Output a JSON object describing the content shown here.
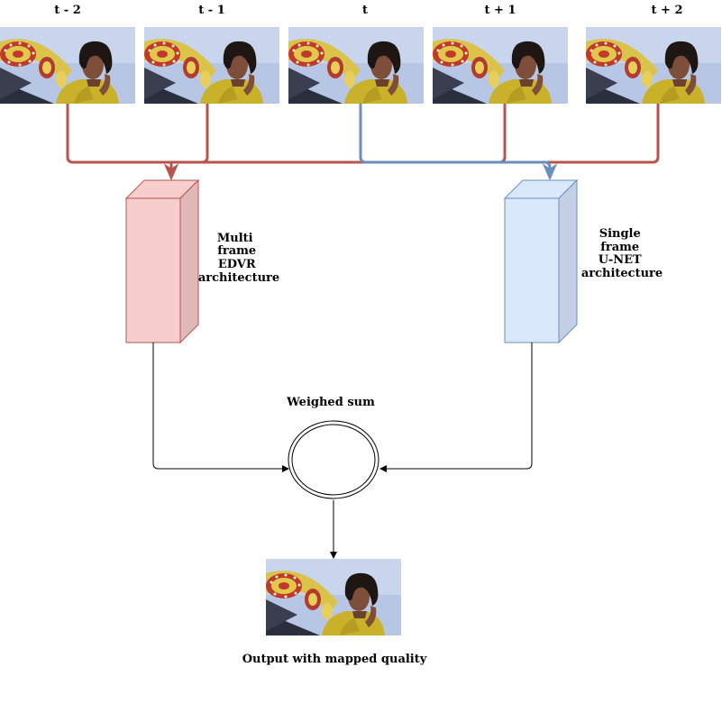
{
  "frames": [
    {
      "label": "t - 2"
    },
    {
      "label": "t - 1"
    },
    {
      "label": "t"
    },
    {
      "label": "t + 1"
    },
    {
      "label": "t + 2"
    }
  ],
  "blocks": {
    "multi": {
      "lines": [
        "Multi",
        "frame",
        "EDVR",
        "architecture"
      ],
      "front_color": "#f8cecc",
      "side_color": "#dfb9b8",
      "stroke": "#b85450"
    },
    "single": {
      "lines": [
        "Single",
        "frame",
        "U-NET",
        "architecture"
      ],
      "front_color": "#dae8fc",
      "side_color": "#c4d0e3",
      "stroke": "#6c8ebf"
    }
  },
  "sum": {
    "label": "Weighed sum"
  },
  "output": {
    "label": "Output with mapped quality"
  },
  "colors": {
    "multi_arrow": "#b85450",
    "single_arrow": "#6c8ebf"
  },
  "photo": {
    "description_icon": "portrait-photo-icon"
  }
}
